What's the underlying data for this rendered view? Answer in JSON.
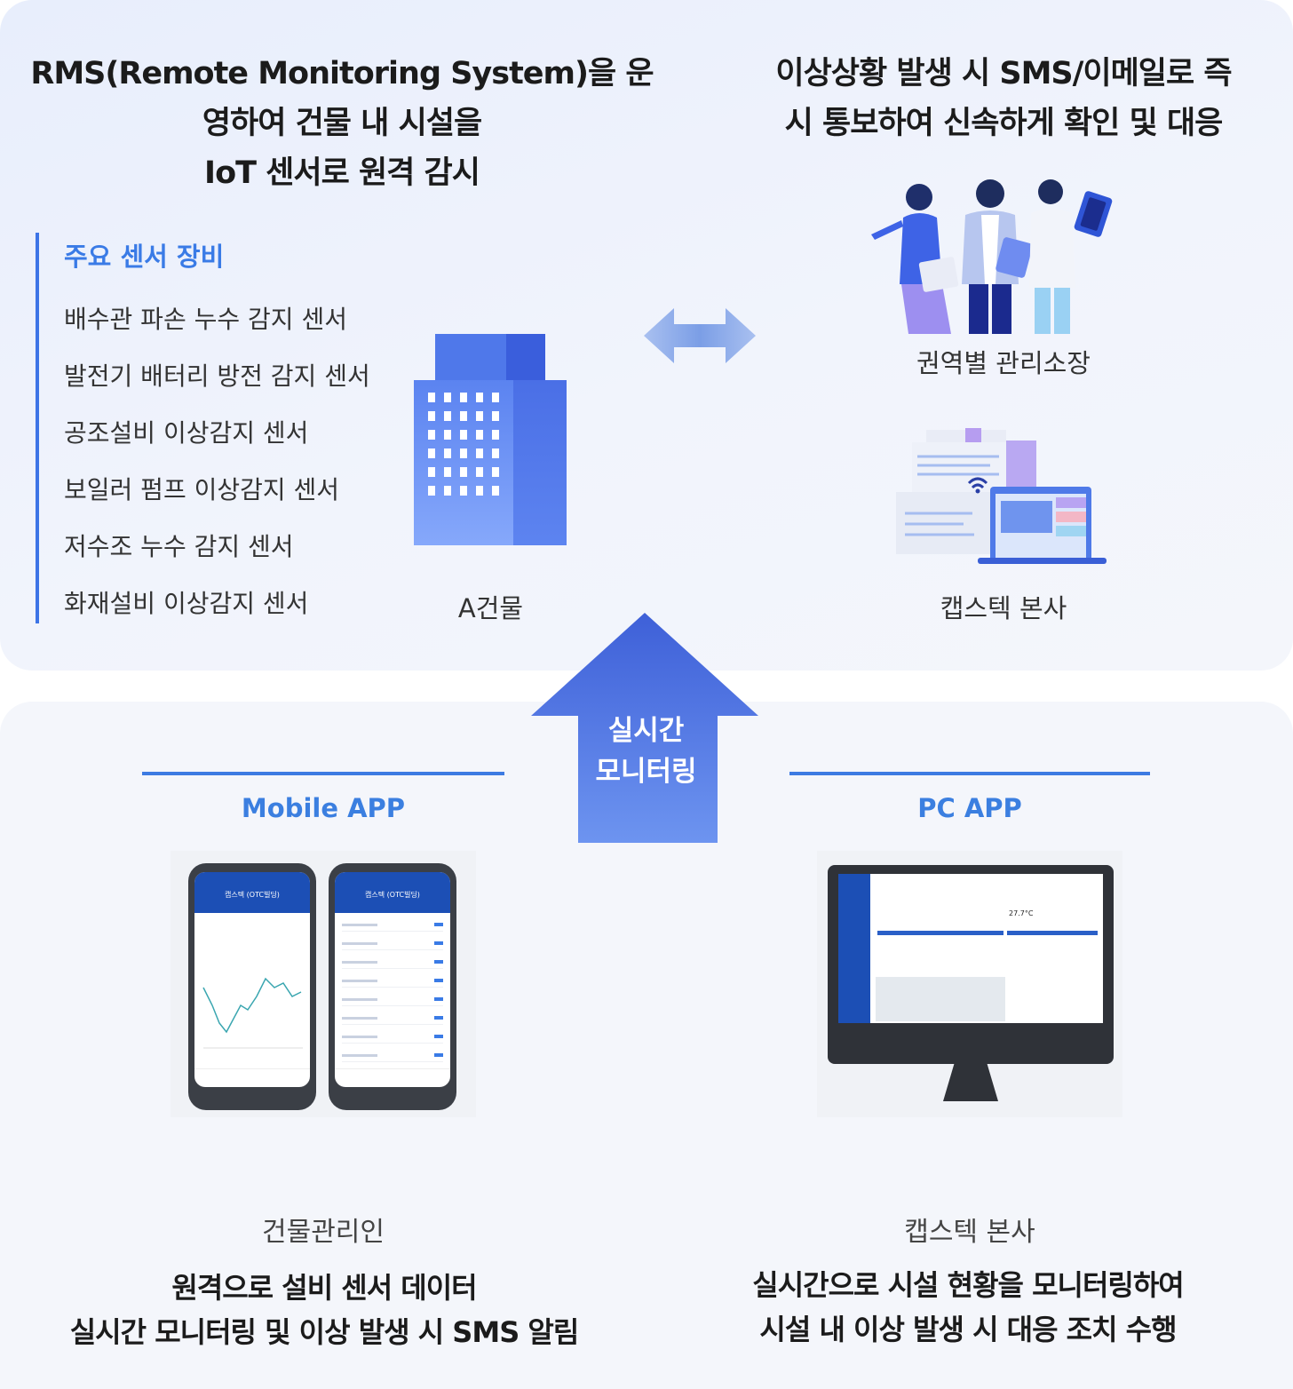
{
  "top": {
    "left_headline": [
      "RMS(Remote Monitoring System)을 운",
      "영하여 건물 내 시설을",
      "IoT 센서로 원격 감시"
    ],
    "right_headline": [
      "이상상황 발생 시 SMS/이메일로 즉",
      "시 통보하여 신속하게 확인 및 대응"
    ],
    "sensor_title": "주요 센서 장비",
    "sensors": [
      "배수관 파손 누수 감지 센서",
      "발전기 배터리 방전 감지 센서",
      "공조설비 이상감지 센서",
      "보일러 펌프 이상감지 센서",
      "저수조 누수 감지 센서",
      "화재설비 이상감지 센서"
    ],
    "building_label": "A건물",
    "managers_label": "권역별 관리소장",
    "hq_label": "캡스텍 본사"
  },
  "arrow_up": {
    "line1": "실시간",
    "line2": "모니터링"
  },
  "mobile": {
    "title": "Mobile APP",
    "phone_header": "캡스텍 (OTC빌딩)",
    "role": "건물관리인",
    "desc": [
      "원격으로 설비 센서 데이터",
      "실시간 모니터링 및 이상 발생 시 SMS 알림"
    ]
  },
  "pc": {
    "title": "PC APP",
    "screen_value": "27.7°C",
    "role": "캡스텍 본사",
    "desc": [
      "실시간으로 시설 현황을 모니터링하여",
      "시설 내 이상 발생 시 대응 조치 수행"
    ]
  },
  "colors": {
    "accent": "#3d7be2",
    "arrow": "#4a72e0",
    "building": "#5b86f0"
  }
}
